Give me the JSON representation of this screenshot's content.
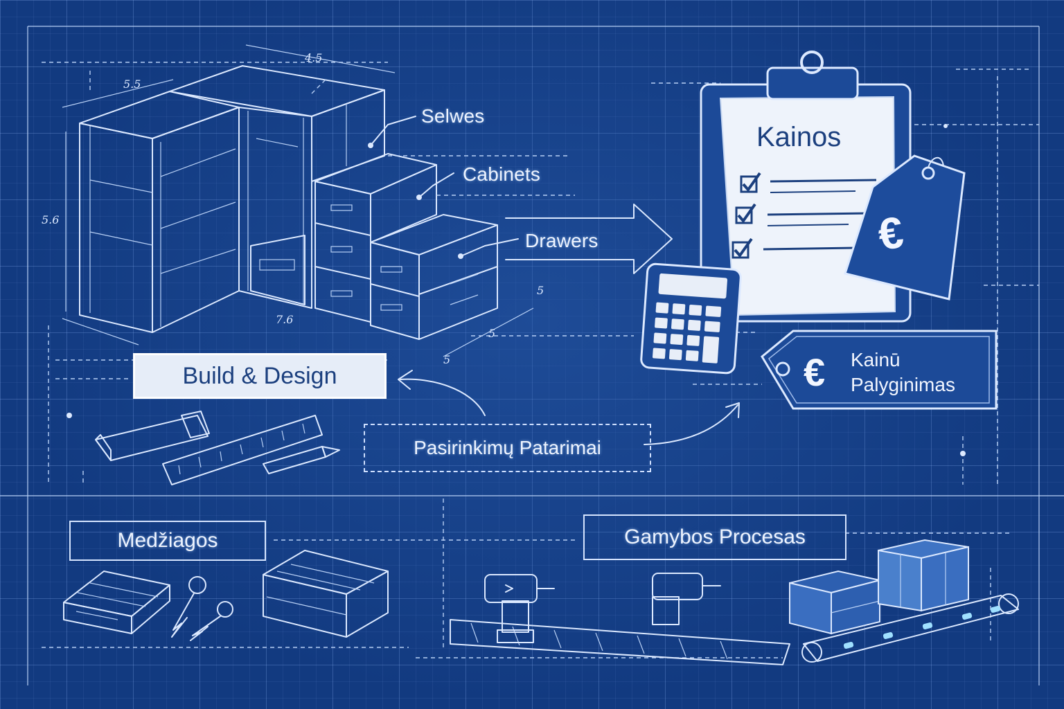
{
  "labels": {
    "shelves": "Selwes",
    "cabinets": "Cabinets",
    "drawers": "Drawers",
    "build_design": "Build & Design",
    "advice": "Pasirinkimų Patarimai",
    "clipboard_title": "Kainos",
    "price_compare_line1": "Kainū",
    "price_compare_line2": "Palyginimas",
    "materials": "Medžiagos",
    "production": "Gamybos Procesas"
  },
  "dimensions": {
    "top_width": "4.5",
    "top_depth": "5.5",
    "height": "5.6",
    "base_width": "7.6",
    "base_right": "5",
    "side_small": "5",
    "drawer_depth": "5"
  },
  "icons": {
    "euro_symbol": "€",
    "tag_euro": "€"
  },
  "colors": {
    "background": "#123a80",
    "line": "#dce9ff",
    "label_fill": "#e8eef8",
    "label_text": "#1b3f7e"
  }
}
